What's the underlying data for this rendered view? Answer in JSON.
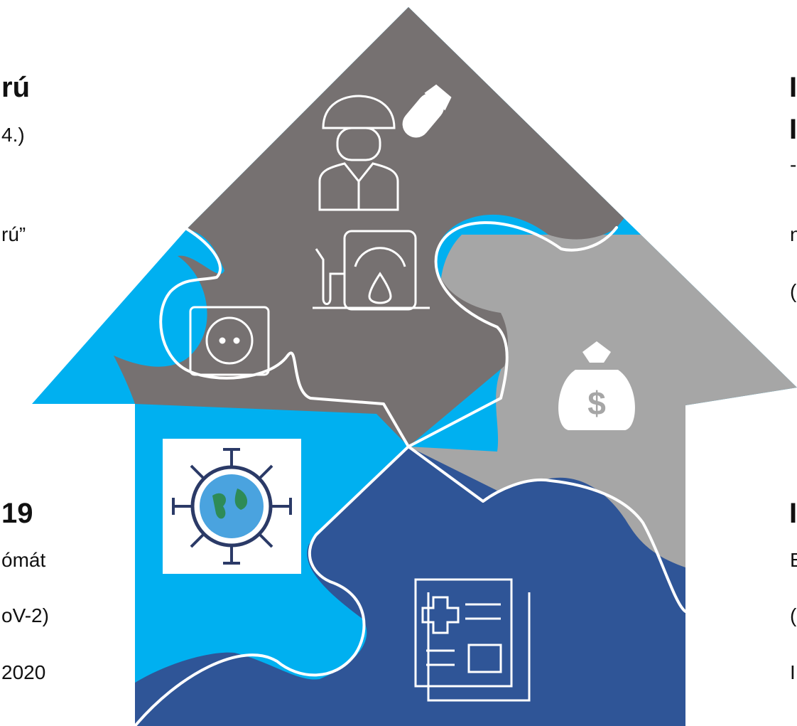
{
  "colors": {
    "top_piece": "#767171",
    "right_piece": "#a6a6a6",
    "left_piece": "#00b0f0",
    "bottom_piece": "#2f5597",
    "outline": "#ffffff"
  },
  "left_top": {
    "title": "rú",
    "line1": "4.)",
    "line2": "rú”"
  },
  "left_bottom": {
    "title": "19",
    "line1": "ómát",
    "line2": "oV-2)",
    "line3": "2020"
  },
  "right_top": {
    "title1": "I",
    "title2": "I",
    "line1": "-",
    "line2": "n",
    "line3": "("
  },
  "right_bottom": {
    "title": "I",
    "line1": "E",
    "line2": "(",
    "line3": "I"
  },
  "icons": {
    "soldier": "soldier-icon",
    "bomb": "bomb-icon",
    "fuel": "fuel-pump-icon",
    "socket": "power-socket-icon",
    "money": "money-bag-icon",
    "covid": "covid-globe-logo",
    "medical": "medical-document-icon"
  }
}
